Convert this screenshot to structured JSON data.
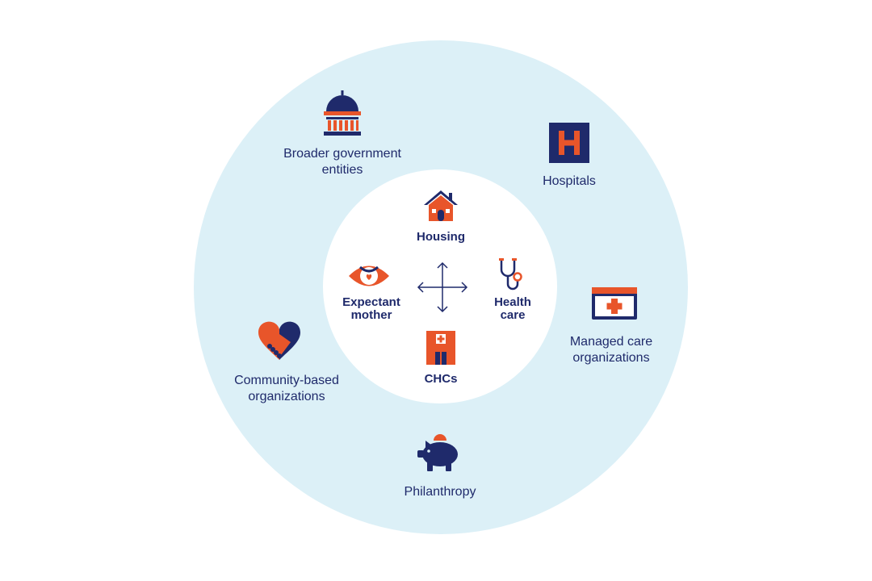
{
  "colors": {
    "navy": "#1f2a6b",
    "orange": "#e8552a",
    "ring": "#dcf0f7",
    "white": "#ffffff"
  },
  "outer": {
    "government": {
      "label": "Broader government\nentities",
      "icon": "capitol-icon"
    },
    "hospitals": {
      "label": "Hospitals",
      "icon": "hospital-h-icon"
    },
    "managed_care": {
      "label": "Managed care\norganizations",
      "icon": "medical-kit-icon"
    },
    "philanthropy": {
      "label": "Philanthropy",
      "icon": "piggy-bank-icon"
    },
    "community": {
      "label": "Community-based\norganizations",
      "icon": "heart-handshake-icon"
    }
  },
  "inner": {
    "housing": {
      "label": "Housing",
      "icon": "house-icon"
    },
    "health_care": {
      "label": "Health\ncare",
      "icon": "stethoscope-icon"
    },
    "chcs": {
      "label": "CHCs",
      "icon": "clinic-building-icon"
    },
    "mother": {
      "label": "Expectant\nmother",
      "icon": "expectant-mother-icon"
    },
    "center": {
      "icon": "four-way-arrows-icon"
    }
  }
}
